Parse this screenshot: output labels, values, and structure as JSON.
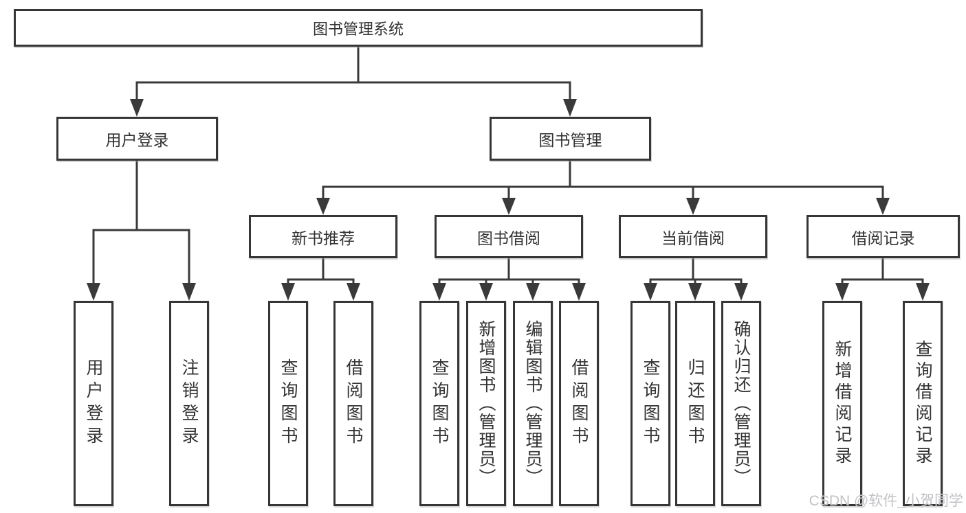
{
  "diagram": {
    "type": "tree-structure-diagram",
    "tree": {
      "root": {
        "label": "图书管理系统"
      },
      "level2": [
        {
          "label": "用户登录",
          "parent": "图书管理系统"
        },
        {
          "label": "图书管理",
          "parent": "图书管理系统"
        }
      ],
      "level3": [
        {
          "label": "新书推荐",
          "parent": "图书管理"
        },
        {
          "label": "图书借阅",
          "parent": "图书管理"
        },
        {
          "label": "当前借阅",
          "parent": "图书管理"
        },
        {
          "label": "借阅记录",
          "parent": "图书管理"
        }
      ],
      "leaves": [
        {
          "label": "用户登录",
          "parent": "用户登录"
        },
        {
          "label": "注销登录",
          "parent": "用户登录"
        },
        {
          "label": "查询图书",
          "parent": "新书推荐"
        },
        {
          "label": "借阅图书",
          "parent": "新书推荐"
        },
        {
          "label": "查询图书",
          "parent": "图书借阅"
        },
        {
          "label": "新增图书（管理员）",
          "parent": "图书借阅"
        },
        {
          "label": "编辑图书（管理员）",
          "parent": "图书借阅"
        },
        {
          "label": "借阅图书",
          "parent": "图书借阅"
        },
        {
          "label": "查询图书",
          "parent": "当前借阅"
        },
        {
          "label": "归还图书",
          "parent": "当前借阅"
        },
        {
          "label": "确认归还（管理员）",
          "parent": "当前借阅"
        },
        {
          "label": "新增借阅记录",
          "parent": "借阅记录"
        },
        {
          "label": "查询借阅记录",
          "parent": "借阅记录"
        }
      ]
    },
    "watermark": "CSDN @软件_小贺同学",
    "colors": {
      "line": "#3a3a3a",
      "box_border": "#363636",
      "text": "#333333",
      "background": "#ffffff",
      "watermark": "#c2c2c6"
    }
  }
}
